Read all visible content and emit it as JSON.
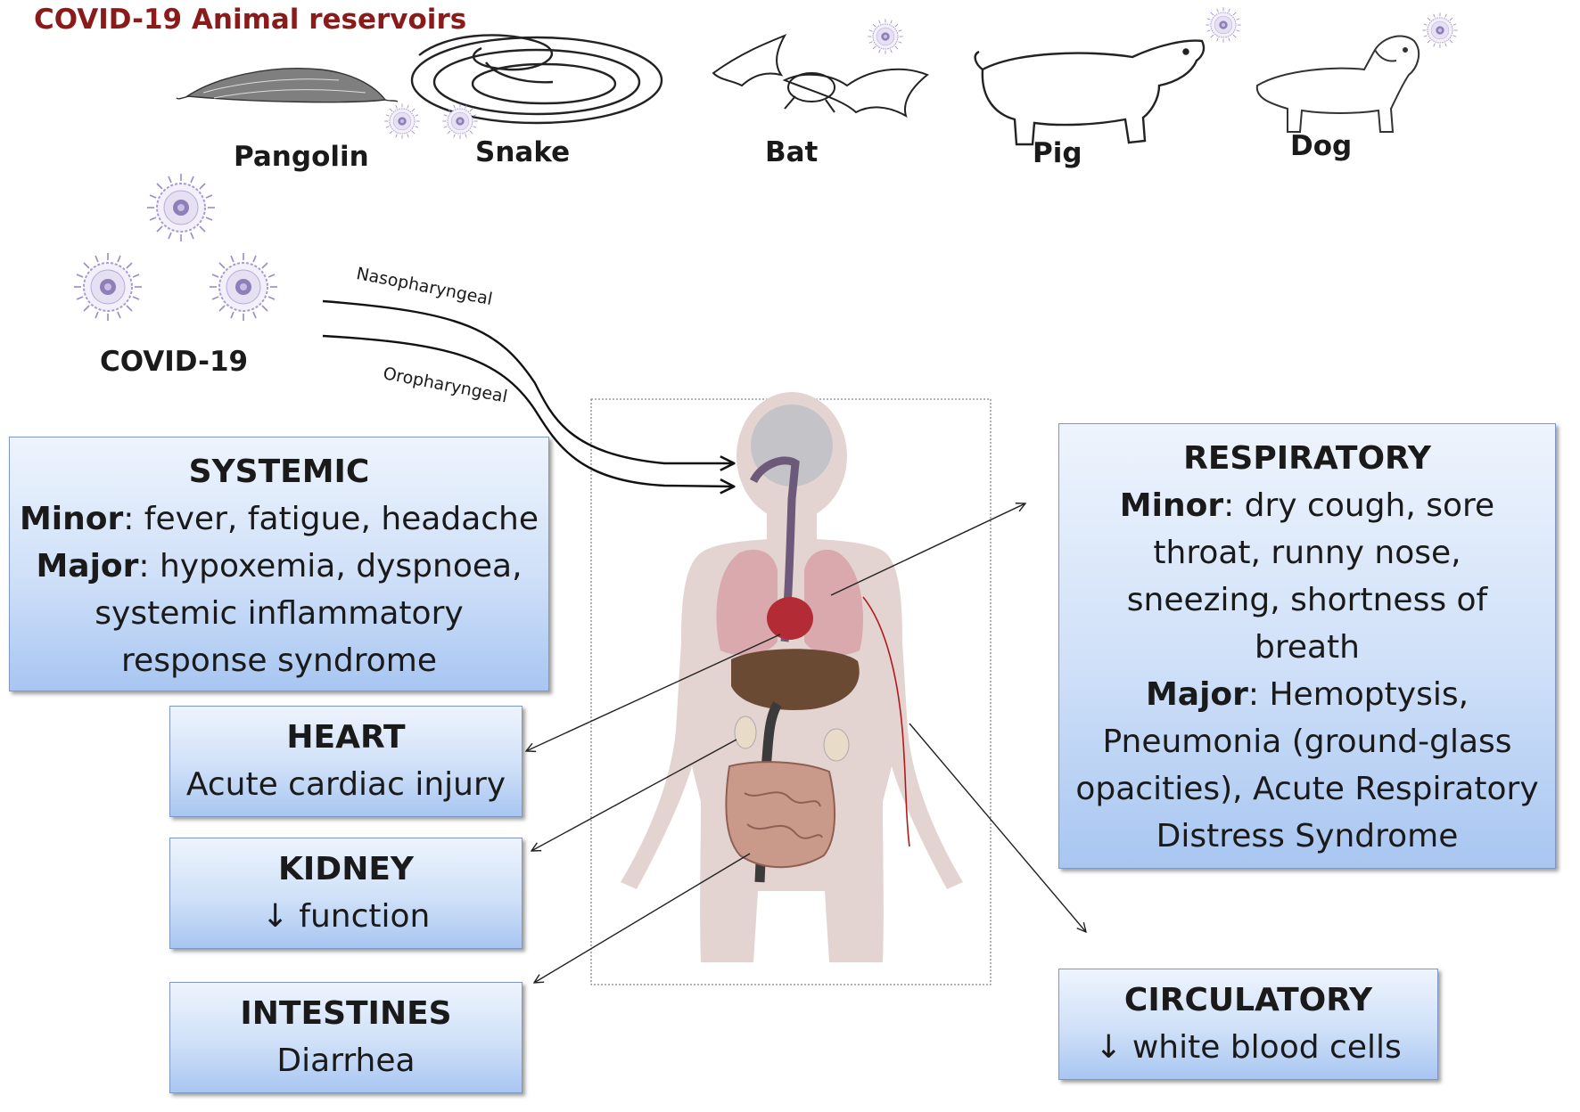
{
  "title": "COVID-19 Animal reservoirs",
  "animals": [
    {
      "label": "Pangolin",
      "icon": "pangolin-icon"
    },
    {
      "label": "Snake",
      "icon": "snake-icon"
    },
    {
      "label": "Bat",
      "icon": "bat-icon"
    },
    {
      "label": "Pig",
      "icon": "pig-icon"
    },
    {
      "label": "Dog",
      "icon": "dog-icon"
    }
  ],
  "virus_label": "COVID-19",
  "routes": {
    "nasopharyngeal": "Nasopharyngeal",
    "oropharyngeal": "Oropharyngeal"
  },
  "boxes": {
    "systemic": {
      "heading": "SYSTEMIC",
      "minor_key": "Minor",
      "minor_text": ": fever, fatigue, headache",
      "major_key": "Major",
      "major_text": ": hypoxemia, dyspnoea,",
      "major_cont_1": "systemic inflammatory",
      "major_cont_2": "response syndrome"
    },
    "heart": {
      "heading": "HEART",
      "text": "Acute cardiac injury"
    },
    "kidney": {
      "heading": "KIDNEY",
      "text": "↓ function"
    },
    "intestines": {
      "heading": "INTESTINES",
      "text": "Diarrhea"
    },
    "respiratory": {
      "heading": "RESPIRATORY",
      "minor_key": "Minor",
      "minor_text": ": dry cough, sore",
      "minor_cont_1": "throat, runny nose,",
      "minor_cont_2": "sneezing, shortness of",
      "minor_cont_3": "breath",
      "major_key": "Major",
      "major_text": ": Hemoptysis,",
      "major_cont_1": "Pneumonia (ground-glass",
      "major_cont_2": "opacities), Acute Respiratory",
      "major_cont_3": "Distress Syndrome"
    },
    "circulatory": {
      "heading": "CIRCULATORY",
      "text": "↓ white blood cells"
    }
  },
  "colors": {
    "title": "#8b1a1a",
    "virus": "#8e7fb8",
    "box_border": "#7d98c4",
    "box_fill_top": "#eef4fd",
    "box_fill_bottom": "#a8c6f1",
    "body_silhouette": "#e3d4d2"
  }
}
